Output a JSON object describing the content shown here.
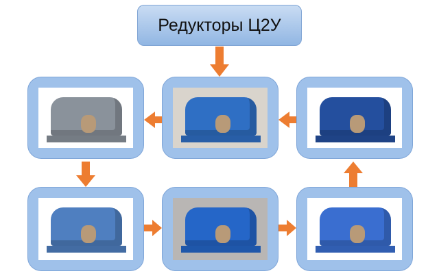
{
  "title": "Редукторы Ц2У",
  "colors": {
    "box_fill": "#9fc1ea",
    "arrow": "#ed7d31",
    "title_fill": "#a9c7ec"
  },
  "items": [
    {
      "id": "center-top",
      "color": "#2f6fc4",
      "bg": "#d9d4cc"
    },
    {
      "id": "left-top",
      "color": "#8a929b",
      "bg": "#ffffff"
    },
    {
      "id": "left-bottom",
      "color": "#4f7fc0",
      "bg": "#ffffff"
    },
    {
      "id": "center-bottom",
      "color": "#2566c8",
      "bg": "#b9b6b4"
    },
    {
      "id": "right-bottom",
      "color": "#3a6ed0",
      "bg": "#ffffff"
    },
    {
      "id": "right-top",
      "color": "#244f9e",
      "bg": "#ffffff"
    }
  ]
}
